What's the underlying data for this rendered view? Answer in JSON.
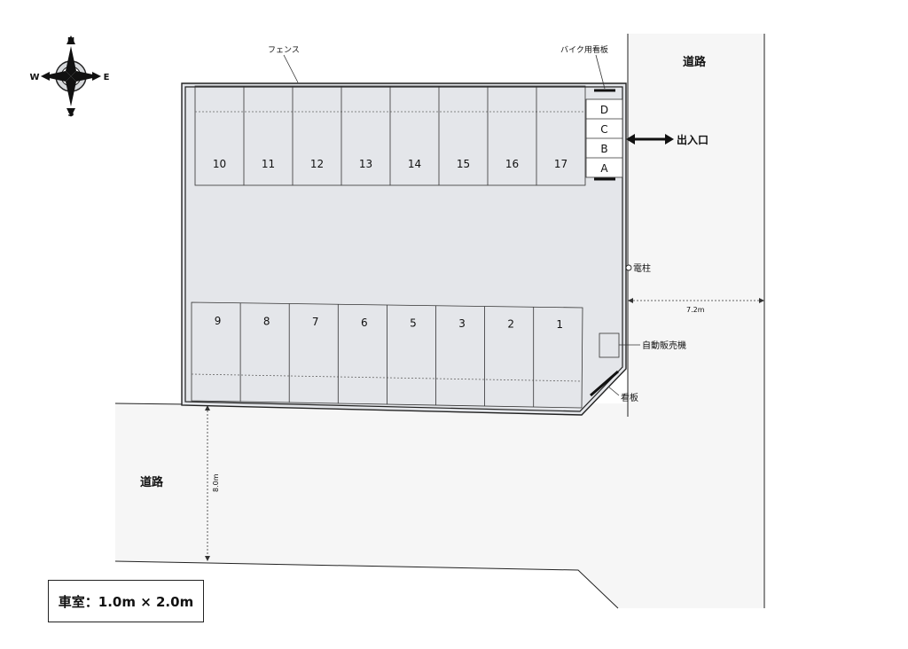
{
  "compass": {
    "north": "N",
    "south": "S",
    "east": "E",
    "west": "W"
  },
  "labels": {
    "road_right": "道路",
    "road_left": "道路",
    "fence": "フェンス",
    "bike_sign": "バイク用看板",
    "entrance": "出入口",
    "utility_pole": "電柱",
    "vending_machine": "自動販売機",
    "signboard": "看板",
    "road_width_right": "7.2m",
    "road_width_bottom": "8.0m"
  },
  "top_row_spaces": [
    "10",
    "11",
    "12",
    "13",
    "14",
    "15",
    "16",
    "17"
  ],
  "bottom_row_spaces": [
    "9",
    "8",
    "7",
    "6",
    "5",
    "3",
    "2",
    "1"
  ],
  "bike_spaces": [
    "D",
    "C",
    "B",
    "A"
  ],
  "legend": {
    "text": "車室：1.0m × 2.0m"
  }
}
